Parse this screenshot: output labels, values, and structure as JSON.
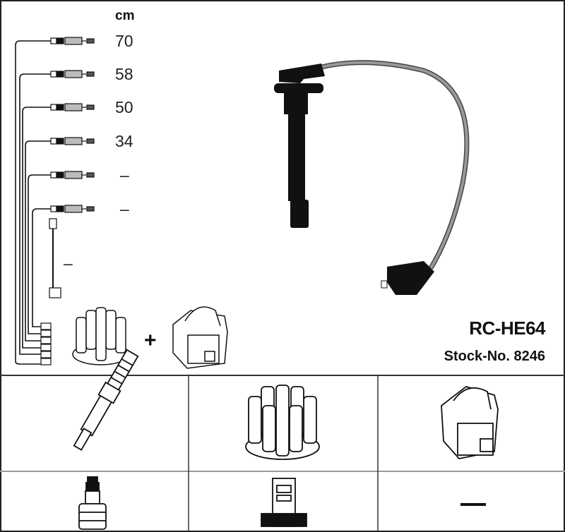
{
  "unit_label": "cm",
  "cable_lengths": [
    "70",
    "58",
    "50",
    "34",
    "–",
    "–"
  ],
  "coil_cable_length": "–",
  "plus_sign": "+",
  "product": {
    "code": "RC-HE64",
    "stock_no": "Stock-No. 8246"
  },
  "compatibility_grid": {
    "spark_plug_terminal": "–"
  }
}
